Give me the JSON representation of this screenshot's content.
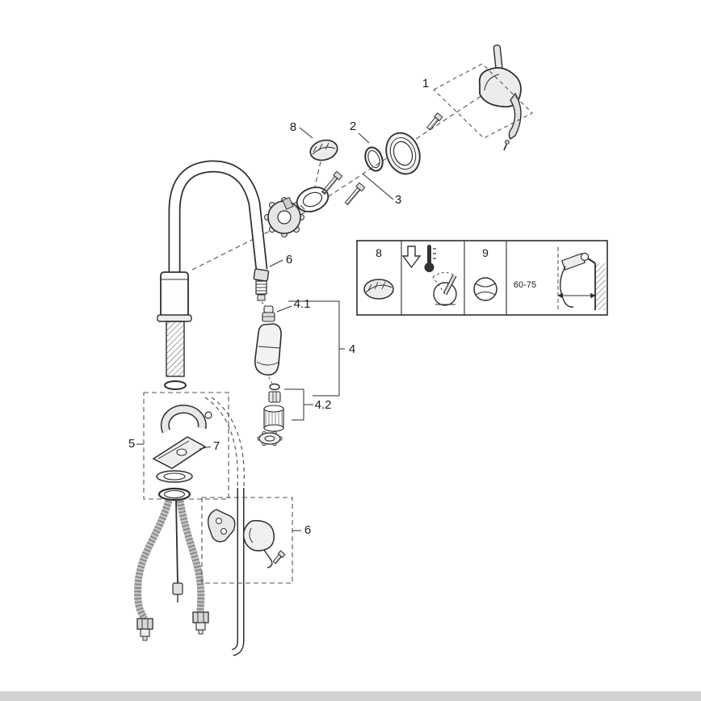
{
  "figure": {
    "type": "exploded-parts-diagram",
    "subject": "kitchen faucet with pull-out spray, exploded parts view",
    "ink_color": "#2e2e2e",
    "background": "#ffffff",
    "footer_bar_color": "#d2d2d2"
  },
  "callouts": {
    "part1": "1",
    "part2": "2",
    "part3": "3",
    "part4": "4",
    "part4_1": "4.1",
    "part4_2": "4.2",
    "part5": "5",
    "part6_hose": "6",
    "part6_weight": "6",
    "part7": "7",
    "part8": "8"
  },
  "inset": {
    "panel_8_label": "8",
    "panel_9_label": "9",
    "dimension_label": "60-75"
  }
}
